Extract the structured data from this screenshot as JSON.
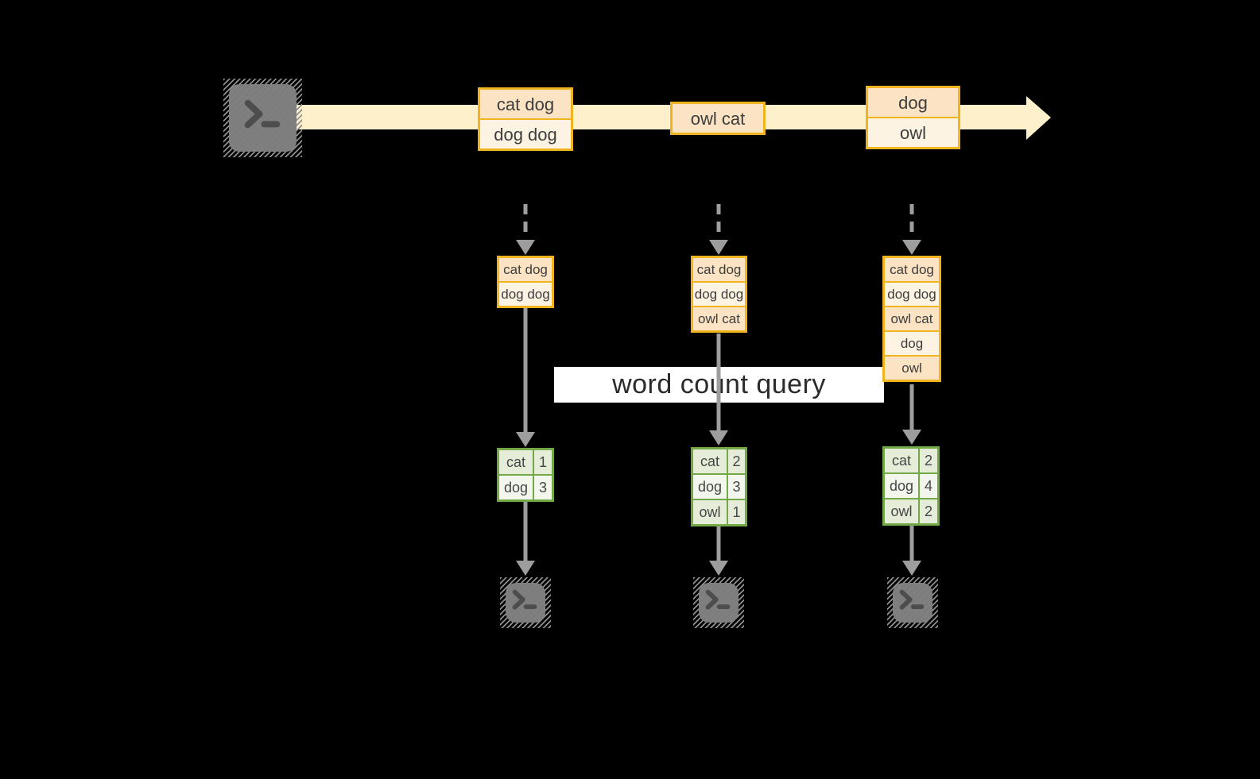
{
  "query_label": "word count query",
  "icons": {
    "source": "terminal-icon",
    "sink": "terminal-icon",
    "terminal_glyph": ">_"
  },
  "colors": {
    "background": "#000000",
    "stream_band": "#fdf0cb",
    "message_border": "#f0b41f",
    "message_fill_dark": "#fbe3c3",
    "message_fill_light": "#fdf3e3",
    "table_border": "#72a845",
    "table_fill_dark": "#e5edd9",
    "table_fill_light": "#f2f6ec",
    "arrow_gray": "#9d9d9d",
    "terminal_gray": "#7f7f7f",
    "query_band_bg": "#ffffff",
    "text": "#3d3d3d"
  },
  "stream": {
    "messages": [
      {
        "lines": [
          "cat dog",
          "dog dog"
        ]
      },
      {
        "lines": [
          "owl cat"
        ]
      },
      {
        "lines": [
          "dog",
          "owl"
        ]
      }
    ]
  },
  "columns": [
    {
      "buffer": [
        "cat dog",
        "dog dog"
      ],
      "counts": [
        {
          "word": "cat",
          "count": "1"
        },
        {
          "word": "dog",
          "count": "3"
        }
      ]
    },
    {
      "buffer": [
        "cat dog",
        "dog dog",
        "owl cat"
      ],
      "counts": [
        {
          "word": "cat",
          "count": "2"
        },
        {
          "word": "dog",
          "count": "3"
        },
        {
          "word": "owl",
          "count": "1"
        }
      ]
    },
    {
      "buffer": [
        "cat dog",
        "dog dog",
        "owl cat",
        "dog",
        "owl"
      ],
      "counts": [
        {
          "word": "cat",
          "count": "2"
        },
        {
          "word": "dog",
          "count": "4"
        },
        {
          "word": "owl",
          "count": "2"
        }
      ]
    }
  ]
}
